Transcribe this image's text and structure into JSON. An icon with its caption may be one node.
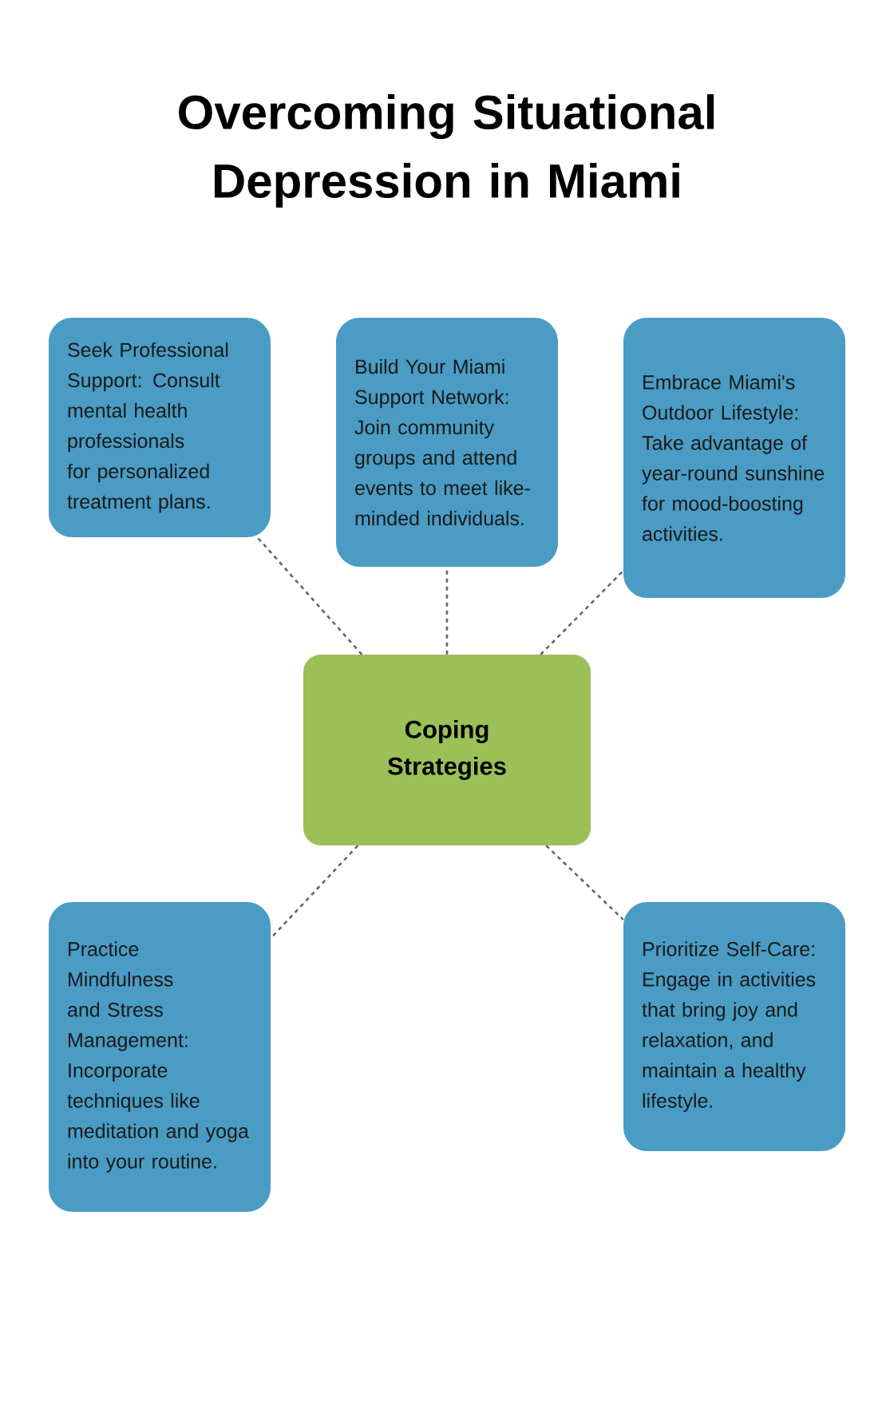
{
  "diagram": {
    "title": "Overcoming Situational Depression in Miami",
    "nodes": [
      {
        "text": [
          "Seek Professional Support: Consult mental health professionals for personalized treatment plans."
        ]
      },
      {
        "text": [
          "Build Your Miami Support Network: Join community groups and attend events to meet like-minded individuals."
        ]
      },
      {
        "text": [
          "Embrace Miami's Outdoor Lifestyle: Take advantage of year-round sunshine for mood-boosting activities."
        ]
      },
      {
        "text": [
          "Coping Strategies"
        ]
      },
      {
        "text": [
          "Practice Mindfulness and Stress Management: Incorporate techniques like meditation and yoga into your routine."
        ]
      },
      {
        "text": [
          "Prioritize Self-Care: Engage in activities that bring joy and relaxation, and maintain a healthy lifestyle."
        ]
      }
    ],
    "edges": [
      {
        "from": 3,
        "to": 0,
        "arrow": "none",
        "style": "dashed"
      },
      {
        "from": 3,
        "to": 1,
        "arrow": "none",
        "style": "dashed"
      },
      {
        "from": 3,
        "to": 2,
        "arrow": "none",
        "style": "dashed"
      },
      {
        "from": 3,
        "to": 4,
        "arrow": "none",
        "style": "dashed"
      },
      {
        "from": 3,
        "to": 5,
        "arrow": "none",
        "style": "dashed"
      }
    ]
  }
}
